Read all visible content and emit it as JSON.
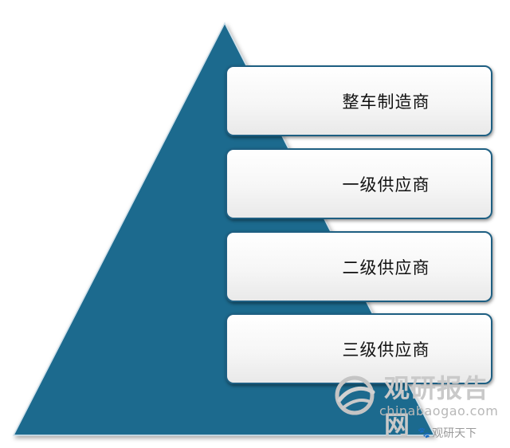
{
  "diagram": {
    "tiers": [
      {
        "label": "整车制造商"
      },
      {
        "label": "一级供应商"
      },
      {
        "label": "二级供应商"
      },
      {
        "label": "三级供应商"
      }
    ]
  },
  "watermark": {
    "brand": "观研报告网",
    "url": "chinabaogao.com",
    "credit": "观研天下",
    "logo_icon": "globe-swirl-icon",
    "credit_icon": "paw-icon"
  },
  "colors": {
    "pyramid": "#1e6a8e",
    "box_border": "#1e5f82"
  }
}
